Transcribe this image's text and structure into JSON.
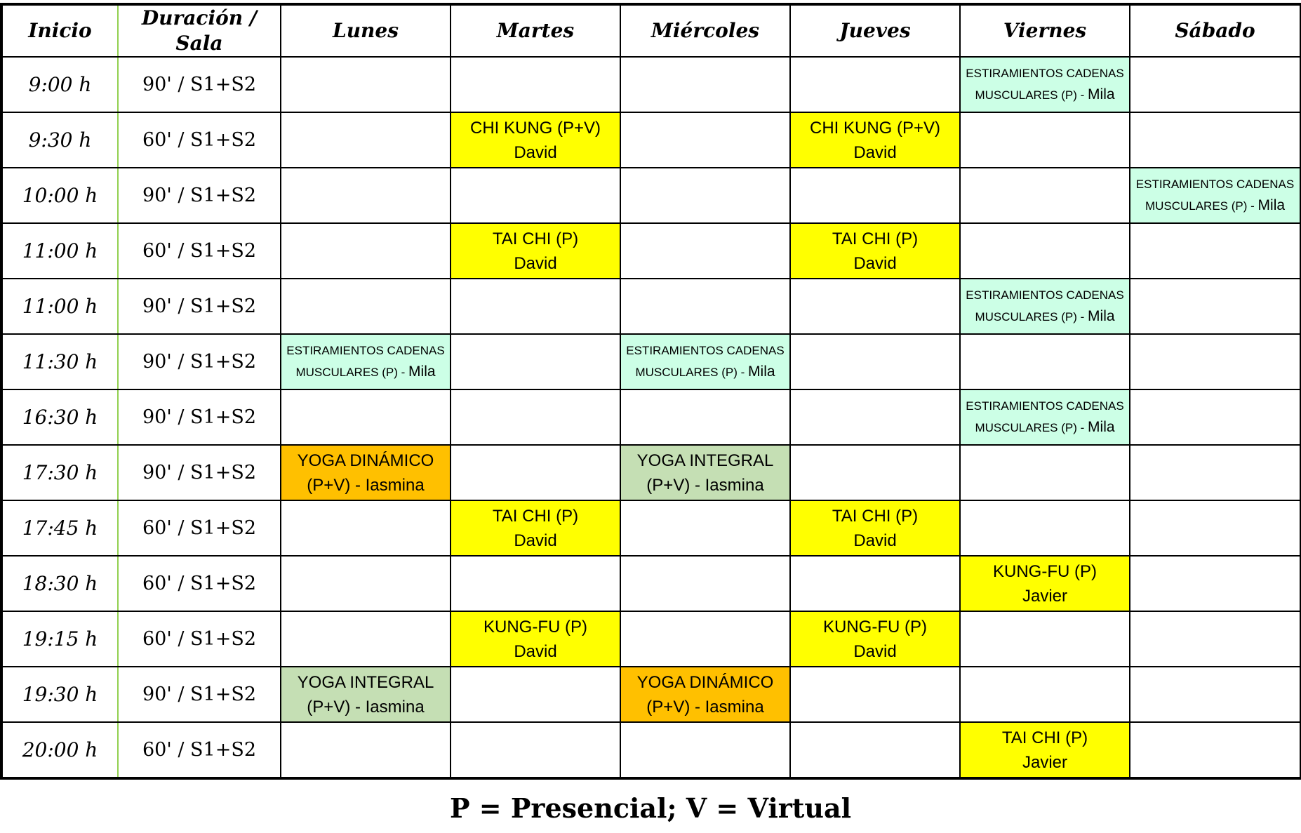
{
  "header": {
    "inicio": "Inicio",
    "duracion": "Duración /",
    "sala": "Sala",
    "days": [
      "Lunes",
      "Martes",
      "Miércoles",
      "Jueves",
      "Viernes",
      "Sábado"
    ]
  },
  "colors": {
    "yellow": "#ffff00",
    "orange": "#ffc000",
    "mint": "#ccffe6",
    "green": "#c5dfb4"
  },
  "rows": [
    {
      "time": "9:00 h",
      "duration": "90' / S1+S2",
      "cells": {
        "viernes": {
          "color": "mint",
          "size": "small",
          "line1": "ESTIRAMIENTOS CADENAS",
          "line2": "MUSCULARES (P) -",
          "teacher": "Mila"
        }
      }
    },
    {
      "time": "9:30 h",
      "duration": "60' / S1+S2",
      "cells": {
        "martes": {
          "color": "yellow",
          "size": "big",
          "line1": "CHI KUNG (P+V)",
          "line2": "David"
        },
        "jueves": {
          "color": "yellow",
          "size": "big",
          "line1": "CHI KUNG (P+V)",
          "line2": "David"
        }
      }
    },
    {
      "time": "10:00 h",
      "duration": "90' / S1+S2",
      "cells": {
        "sabado": {
          "color": "mint",
          "size": "small",
          "line1": "ESTIRAMIENTOS CADENAS",
          "line2": "MUSCULARES (P) -",
          "teacher": "Mila"
        }
      }
    },
    {
      "time": "11:00 h",
      "duration": "60' / S1+S2",
      "cells": {
        "martes": {
          "color": "yellow",
          "size": "big",
          "line1": "TAI CHI (P)",
          "line2": "David"
        },
        "jueves": {
          "color": "yellow",
          "size": "big",
          "line1": "TAI CHI (P)",
          "line2": "David"
        }
      }
    },
    {
      "time": "11:00 h",
      "duration": "90' / S1+S2",
      "cells": {
        "viernes": {
          "color": "mint",
          "size": "small",
          "line1": "ESTIRAMIENTOS CADENAS",
          "line2": "MUSCULARES (P) -",
          "teacher": "Mila"
        }
      }
    },
    {
      "time": "11:30 h",
      "duration": "90' / S1+S2",
      "cells": {
        "lunes": {
          "color": "mint",
          "size": "small",
          "line1": "ESTIRAMIENTOS CADENAS",
          "line2": "MUSCULARES (P) -",
          "teacher": "Mila"
        },
        "miercoles": {
          "color": "mint",
          "size": "small",
          "line1": "ESTIRAMIENTOS CADENAS",
          "line2": "MUSCULARES (P) -",
          "teacher": "Mila"
        }
      }
    },
    {
      "time": "16:30 h",
      "duration": "90' / S1+S2",
      "cells": {
        "viernes": {
          "color": "mint",
          "size": "small",
          "line1": "ESTIRAMIENTOS CADENAS",
          "line2": "MUSCULARES (P) -",
          "teacher": "Mila"
        }
      }
    },
    {
      "time": "17:30 h",
      "duration": "90' / S1+S2",
      "cells": {
        "lunes": {
          "color": "orange",
          "size": "big",
          "line1": "YOGA DINÁMICO",
          "line2": "(P+V) - Iasmina"
        },
        "miercoles": {
          "color": "green",
          "size": "big",
          "line1": "YOGA INTEGRAL",
          "line2": "(P+V) - Iasmina"
        }
      }
    },
    {
      "time": "17:45 h",
      "duration": "60' / S1+S2",
      "cells": {
        "martes": {
          "color": "yellow",
          "size": "big",
          "line1": "TAI CHI (P)",
          "line2": "David"
        },
        "jueves": {
          "color": "yellow",
          "size": "big",
          "line1": "TAI CHI (P)",
          "line2": "David"
        }
      }
    },
    {
      "time": "18:30 h",
      "duration": "60' / S1+S2",
      "cells": {
        "viernes": {
          "color": "yellow",
          "size": "big",
          "line1": "KUNG-FU (P)",
          "line2": "Javier"
        }
      }
    },
    {
      "time": "19:15 h",
      "duration": "60' / S1+S2",
      "cells": {
        "martes": {
          "color": "yellow",
          "size": "big",
          "line1": "KUNG-FU (P)",
          "line2": "David"
        },
        "jueves": {
          "color": "yellow",
          "size": "big",
          "line1": "KUNG-FU (P)",
          "line2": "David"
        }
      }
    },
    {
      "time": "19:30 h",
      "duration": "90' / S1+S2",
      "cells": {
        "lunes": {
          "color": "green",
          "size": "big",
          "line1": "YOGA INTEGRAL",
          "line2": "(P+V) - Iasmina"
        },
        "miercoles": {
          "color": "orange",
          "size": "big",
          "line1": "YOGA DINÁMICO",
          "line2": "(P+V) - Iasmina"
        }
      }
    },
    {
      "time": "20:00 h",
      "duration": "60' / S1+S2",
      "cells": {
        "viernes": {
          "color": "yellow",
          "size": "big",
          "line1": "TAI CHI (P)",
          "line2": "Javier"
        }
      }
    }
  ],
  "legend": "P = Presencial; V = Virtual"
}
